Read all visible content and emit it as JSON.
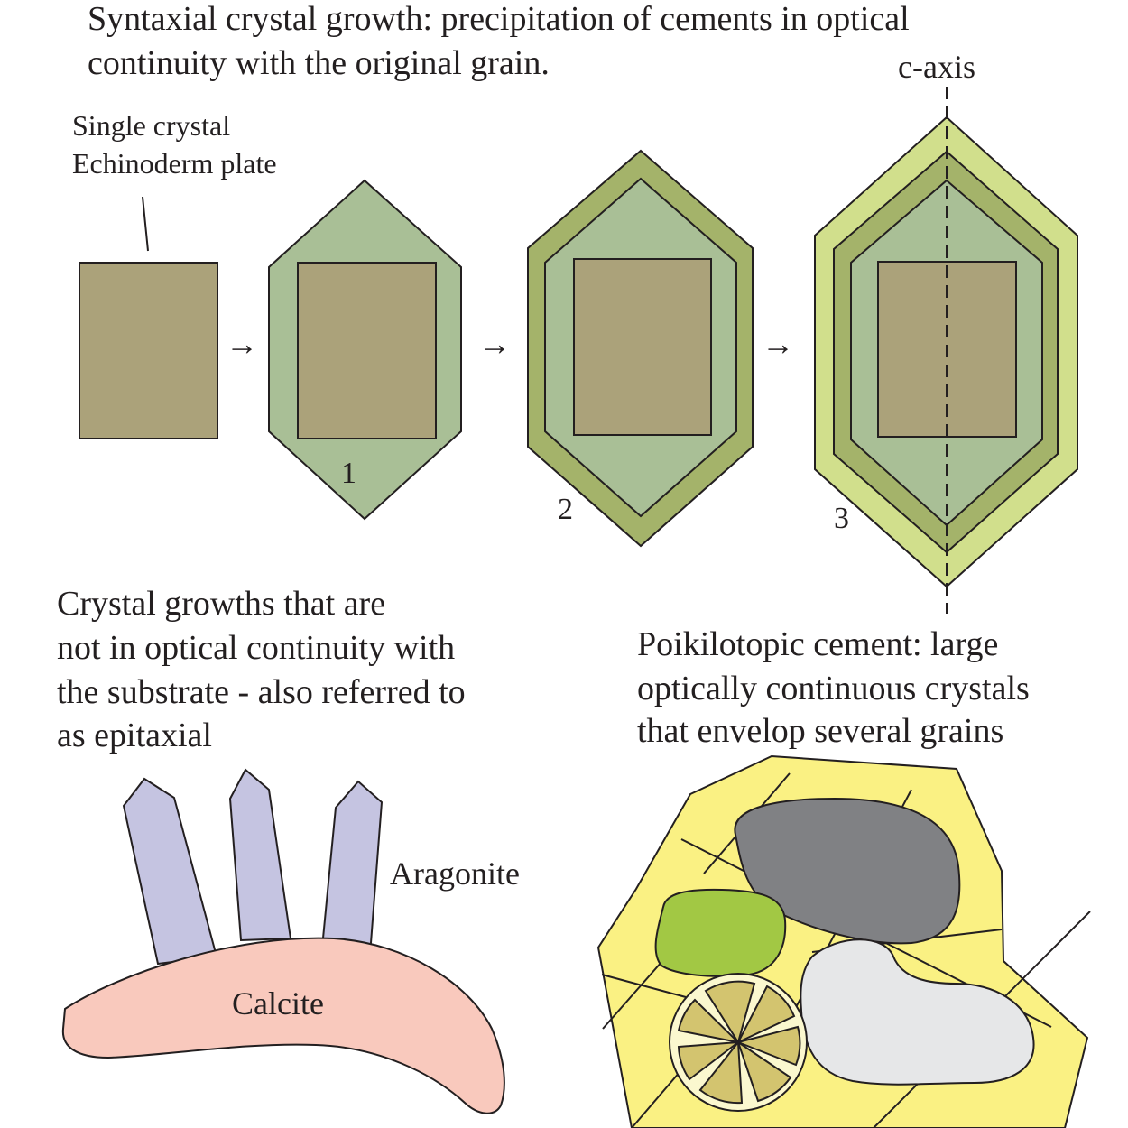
{
  "title": {
    "line1": "Syntaxial crystal growth: precipitation of cements in optical",
    "line2": "continuity with the original grain."
  },
  "labels": {
    "caxis": "c-axis",
    "plate_line1": "Single crystal",
    "plate_line2": "Echinoderm plate",
    "stage1": "1",
    "stage2": "2",
    "stage3": "3",
    "arrow": "→",
    "aragonite": "Aragonite",
    "calcite": "Calcite"
  },
  "epitaxial": {
    "line1": "Crystal growths that are",
    "line2": "not in optical continuity with",
    "line3": "the substrate - also referred to",
    "line4": "as epitaxial"
  },
  "poikilotopic": {
    "line1": "Poikilotopic cement: large",
    "line2": "optically continuous crystals",
    "line3": "that envelop several grains"
  },
  "colors": {
    "grain": "#aba27a",
    "overgrowth1": "#a9bf96",
    "overgrowth2": "#a4b36a",
    "overgrowth3": "#d1df8c",
    "aragonite": "#c5c4e1",
    "calcite": "#f9c9bd",
    "cement": "#faf183",
    "grain_dark": "#808184",
    "grain_light": "#e6e7e8",
    "grain_green": "#a2c844",
    "grain_fossil": "#d3c46f"
  }
}
